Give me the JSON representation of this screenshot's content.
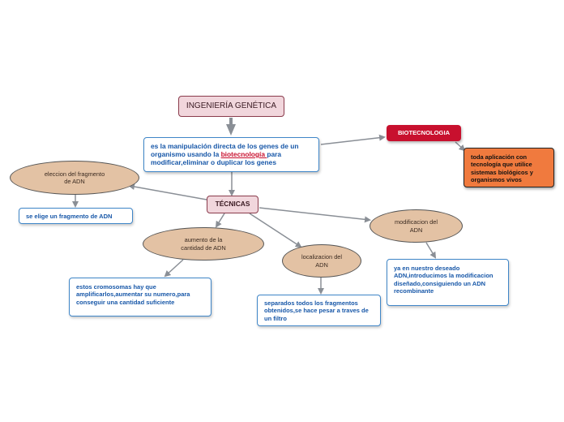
{
  "title": "INGENIERÍA GENÉTICA",
  "definition": {
    "text_before": "es la manipulación directa de los genes de un organismo usando la ",
    "link": "biotecnología ",
    "text_after": " para modificar,eliminar o duplicar los genes"
  },
  "biotech": {
    "label": "BIOTECNOLOGIA",
    "description": "toda aplicación con tecnología que utilice sistemas biológicos y organismos vivos"
  },
  "techniques": {
    "label": "TÉCNICAS",
    "items": [
      {
        "name": "eleccion del fragmento de  ADN",
        "detail": "se elige un fragmento de ADN"
      },
      {
        "name": "aumento de la cantidad de ADN",
        "detail": "estos cromosomas hay que amplificarlos,aumentar su numero,para conseguir una cantidad suficiente"
      },
      {
        "name": "localizacion del ADN",
        "detail": "separados todos los fragmentos obtenidos,se hace pesar a traves de un filtro"
      },
      {
        "name": "modificacion del ADN",
        "detail": "ya en nuestro deseado ADN,introducimos la modificacion diseñado,consiguiendo un ADN recombinante"
      }
    ]
  },
  "colors": {
    "line": "#8a8f96",
    "title_fill": "#f1d6dc",
    "ellipse_fill": "#e3c2a4",
    "leaf_text": "#1757a8",
    "biotech_fill": "#c8102e",
    "biotech_desc_fill": "#f07a3e"
  }
}
